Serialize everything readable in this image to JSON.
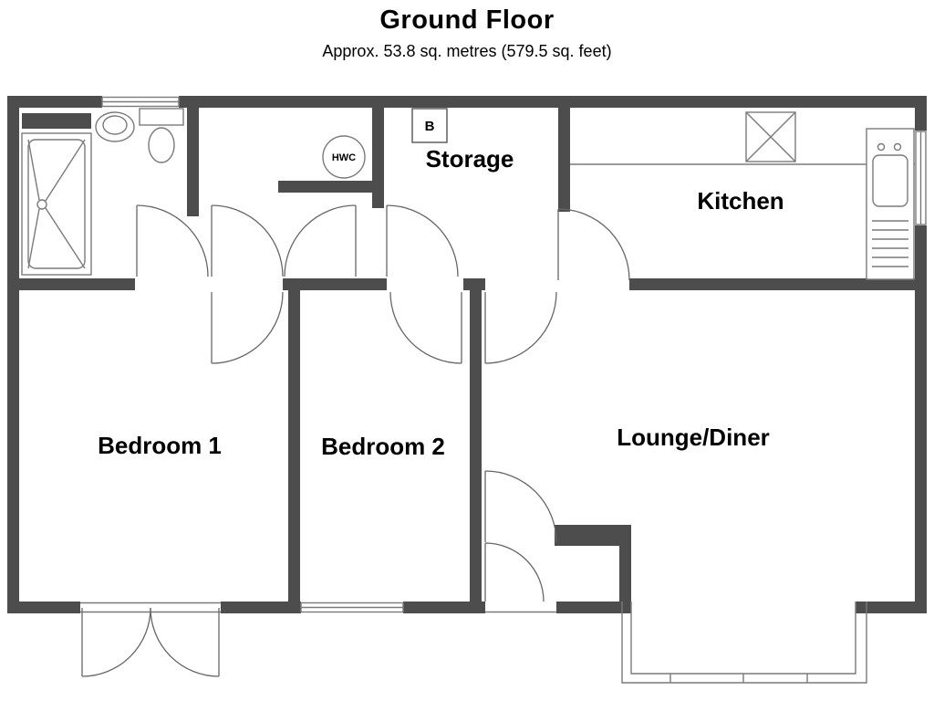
{
  "header": {
    "title": "Ground Floor",
    "subtitle": "Approx. 53.8 sq. metres (579.5 sq. feet)"
  },
  "rooms": {
    "storage": "Storage",
    "kitchen": "Kitchen",
    "bedroom1": "Bedroom 1",
    "bedroom2": "Bedroom 2",
    "lounge": "Lounge/Diner"
  },
  "labels": {
    "hwc": "HWC",
    "boiler": "B"
  },
  "colors": {
    "wall": "#4d4d4d",
    "fixture_line": "#7a7a7a",
    "door_arc": "#666666",
    "text": "#000000",
    "background": "#ffffff"
  }
}
